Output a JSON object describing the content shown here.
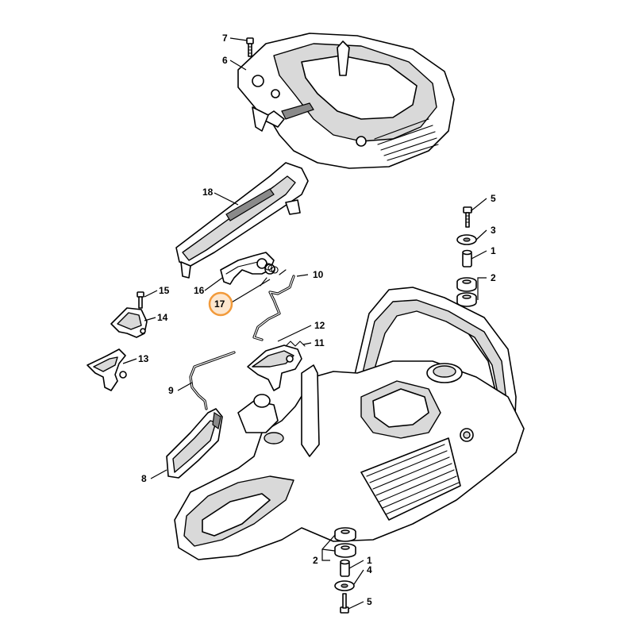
{
  "callouts": [
    {
      "id": "c7",
      "label": "7"
    },
    {
      "id": "c6",
      "label": "6"
    },
    {
      "id": "c18",
      "label": "18"
    },
    {
      "id": "c5a",
      "label": "5"
    },
    {
      "id": "c3",
      "label": "3"
    },
    {
      "id": "c1a",
      "label": "1"
    },
    {
      "id": "c2a",
      "label": "2"
    },
    {
      "id": "c10",
      "label": "10"
    },
    {
      "id": "c16",
      "label": "16"
    },
    {
      "id": "c17",
      "label": "17",
      "highlighted": true
    },
    {
      "id": "c15",
      "label": "15"
    },
    {
      "id": "c14",
      "label": "14"
    },
    {
      "id": "c12",
      "label": "12"
    },
    {
      "id": "c11",
      "label": "11"
    },
    {
      "id": "c13",
      "label": "13"
    },
    {
      "id": "c9",
      "label": "9"
    },
    {
      "id": "c8",
      "label": "8"
    },
    {
      "id": "c2b",
      "label": "2"
    },
    {
      "id": "c1b",
      "label": "1"
    },
    {
      "id": "c4",
      "label": "4"
    },
    {
      "id": "c5b",
      "label": "5"
    }
  ],
  "colors": {
    "highlight_ring": "#f29a3a",
    "highlight_fill": "#fde7cf",
    "line": "#000000",
    "shade": "#d9d9d9"
  }
}
